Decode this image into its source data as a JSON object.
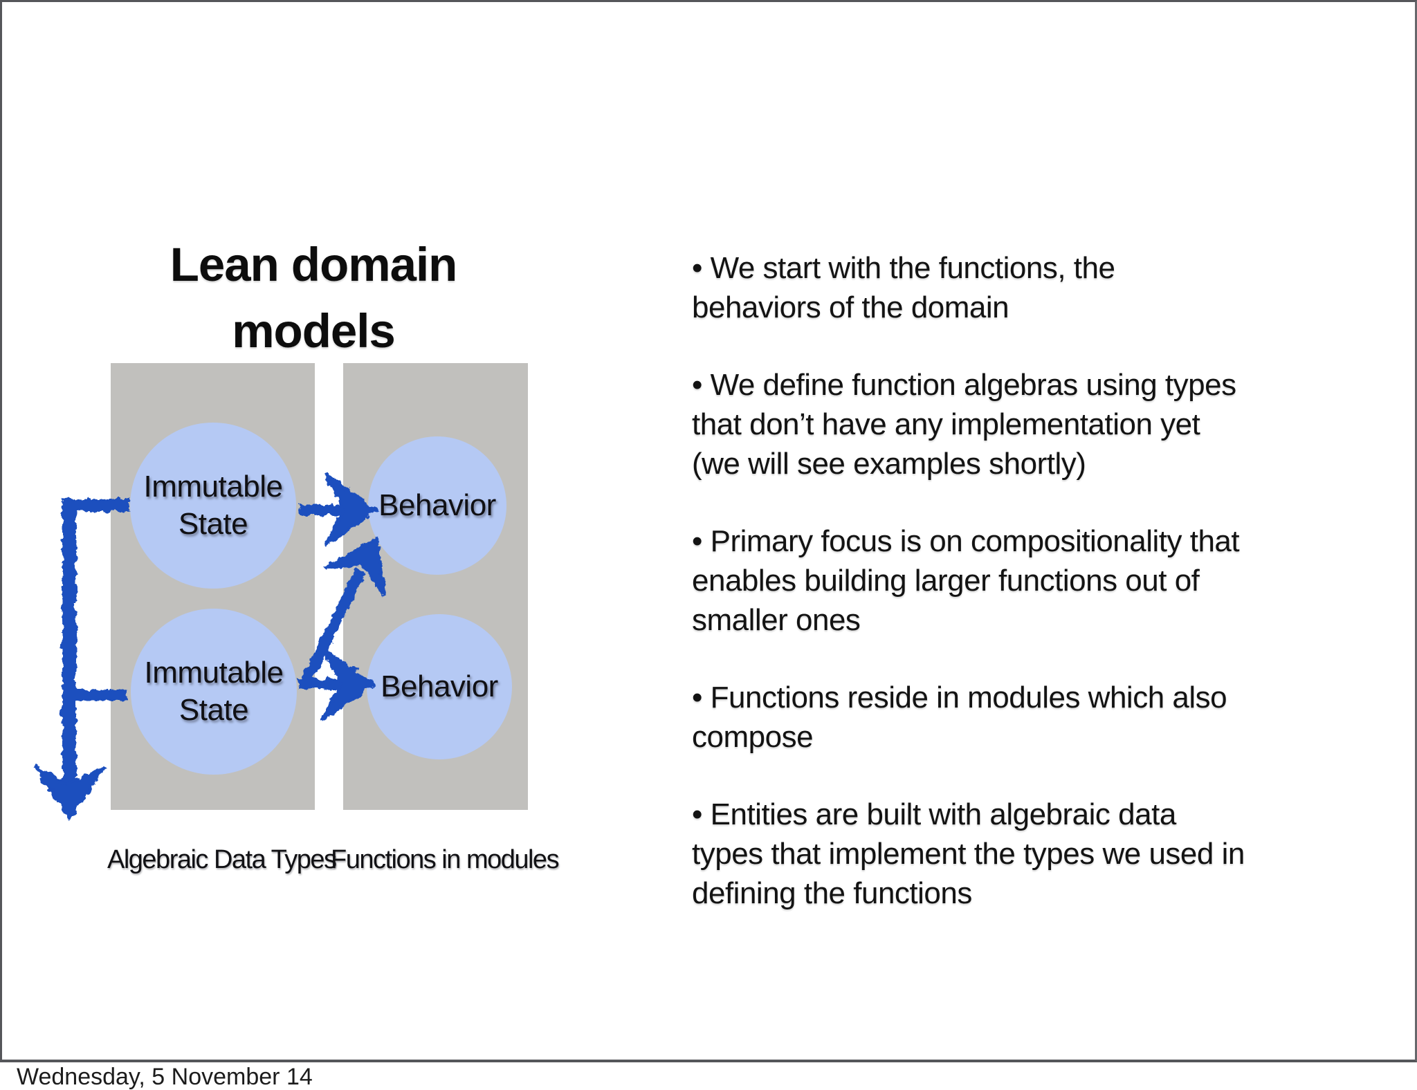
{
  "slide": {
    "title": {
      "lines": [
        "Lean domain",
        "models"
      ]
    },
    "diagram": {
      "colors": {
        "column_bg": "#c1c0bd",
        "circle_fill": "#b5c9f4",
        "arrow_blue": "#1b4fbe",
        "frame_border": "#55565a"
      },
      "columns": [
        {
          "label": "Algebraic Data Types",
          "circles": [
            {
              "lines": [
                "Immutable",
                "State"
              ]
            },
            {
              "lines": [
                "Immutable",
                "State"
              ]
            }
          ]
        },
        {
          "label": "Functions in modules",
          "circles": [
            {
              "lines": [
                "Behavior"
              ]
            },
            {
              "lines": [
                "Behavior"
              ]
            }
          ]
        }
      ]
    },
    "bullets": [
      {
        "lines": [
          "• We start with the functions, the",
          "behaviors of the domain"
        ]
      },
      {
        "lines": [
          "• We define function algebras using types",
          "that don’t have any implementation yet",
          "(we will see examples shortly)"
        ]
      },
      {
        "lines": [
          "• Primary focus is on compositionality that",
          "enables building larger functions out of",
          "smaller ones"
        ]
      },
      {
        "lines": [
          "• Functions reside in modules which also",
          "compose"
        ]
      },
      {
        "lines": [
          "• Entities are built with algebraic data",
          "types that implement the types we used in",
          "defining the functions"
        ]
      }
    ]
  },
  "footer": {
    "date": "Wednesday, 5 November 14"
  }
}
